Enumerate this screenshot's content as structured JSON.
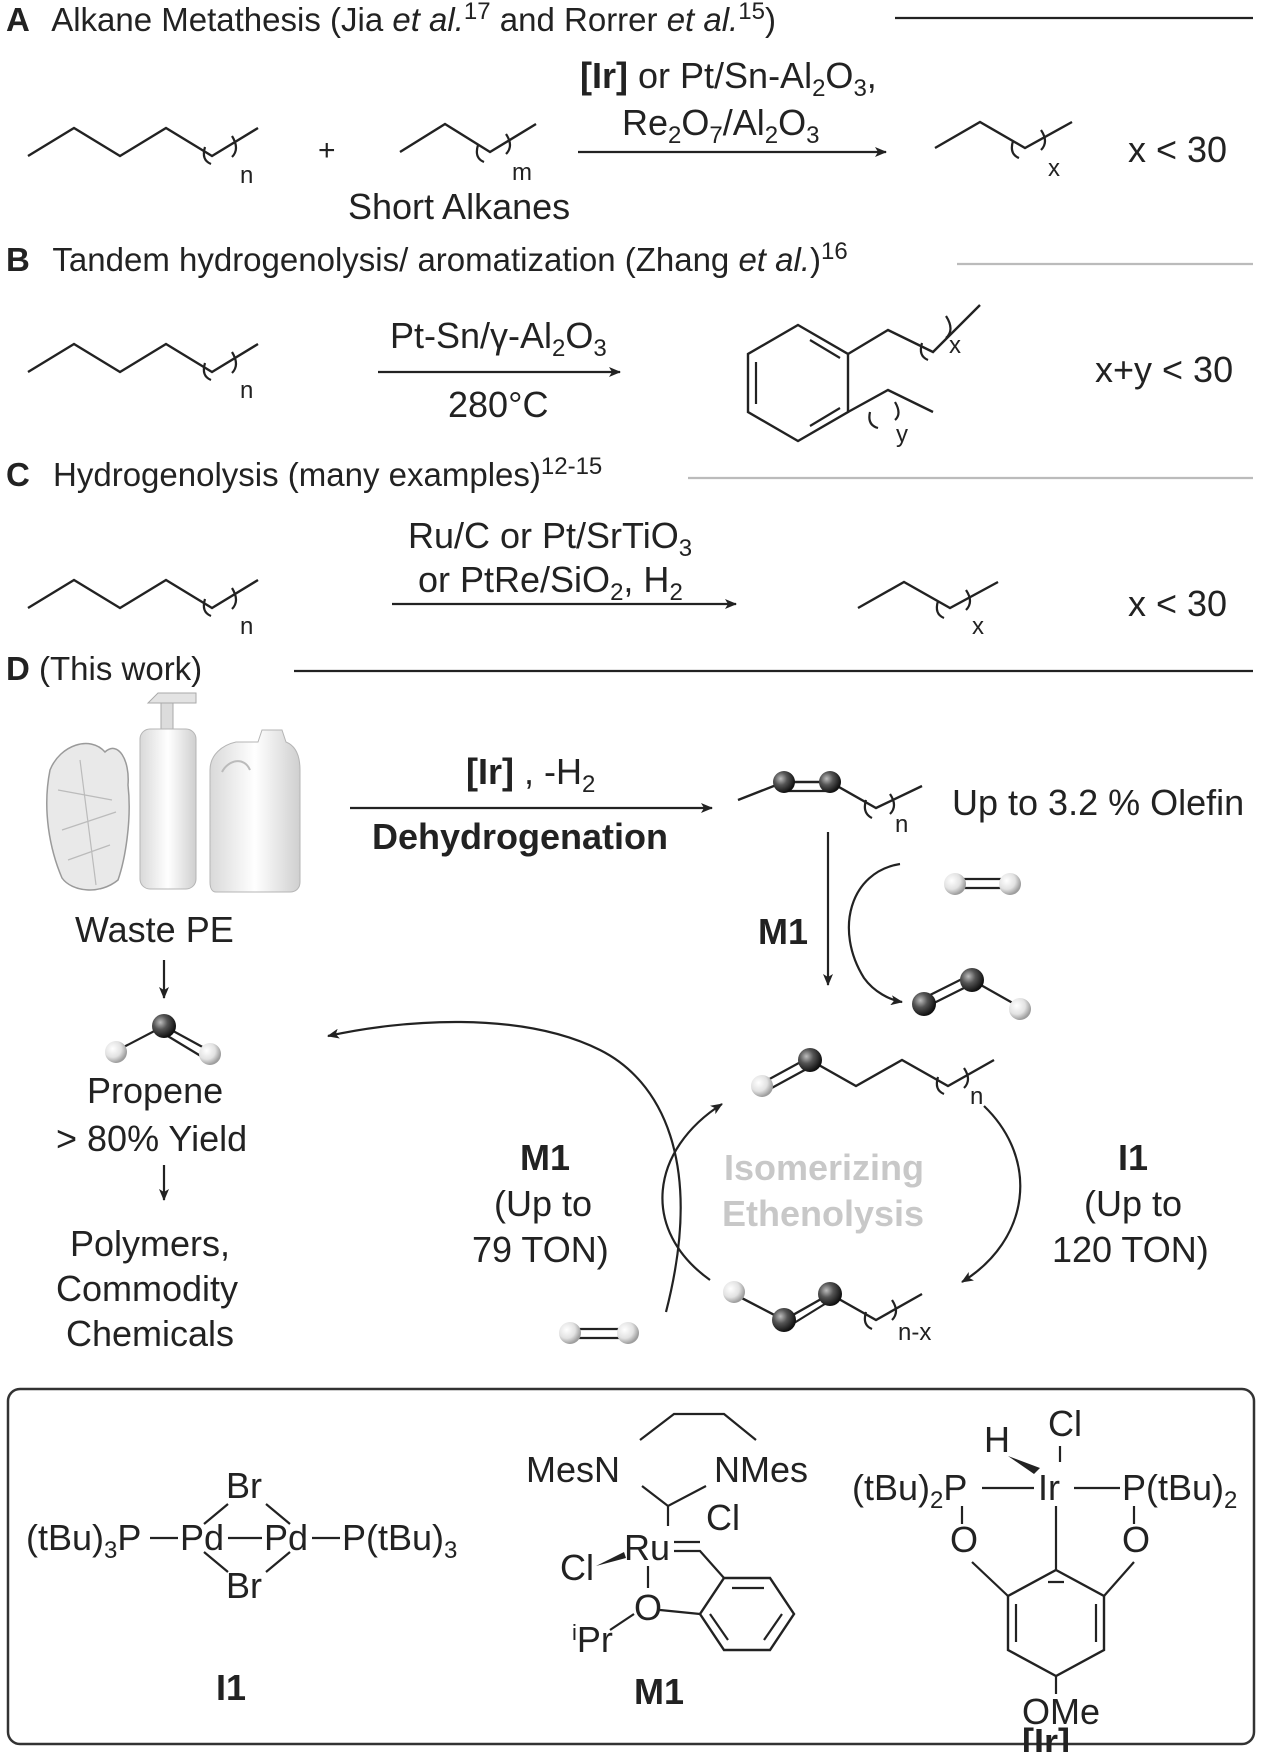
{
  "sections": {
    "a": {
      "letter": "A",
      "title_prefix": "Alkane Metathesis (Jia ",
      "title_etal1": "et al.",
      "title_ref1": "17",
      "title_mid": " and Rorrer ",
      "title_etal2": "et al.",
      "title_ref2": "15",
      "title_suffix": ")",
      "catalyst_line1_bold": "[Ir]",
      "catalyst_line1_rest": " or Pt/Sn-Al",
      "catalyst_line1_sub1": "2",
      "catalyst_line1_o": "O",
      "catalyst_line1_sub2": "3",
      "catalyst_line1_end": ",",
      "catalyst_line2_re": "Re",
      "catalyst_line2_sub1": "2",
      "catalyst_line2_o": "O",
      "catalyst_line2_sub2": "7",
      "catalyst_line2_al": "/Al",
      "catalyst_line2_sub3": "2",
      "catalyst_line2_o2": "O",
      "catalyst_line2_sub4": "3",
      "plus": "+",
      "reactant_sub": "n",
      "short_sub": "m",
      "short_label": "Short Alkanes",
      "product_sub": "x",
      "result": "x < 30"
    },
    "b": {
      "letter": "B",
      "title_prefix": "Tandem hydrogenolysis/ aromatization (Zhang ",
      "title_etal": "et al.",
      "title_suffix": ")",
      "title_ref": "16",
      "catalyst_a": "Pt-Sn/γ-Al",
      "catalyst_sub1": "2",
      "catalyst_o": "O",
      "catalyst_sub2": "3",
      "temperature": "280°C",
      "reactant_sub": "n",
      "product_sub_x": "x",
      "product_sub_y": "y",
      "result": "x+y < 30"
    },
    "c": {
      "letter": "C",
      "title": "Hydrogenolysis (many examples)",
      "title_ref": "12-15",
      "catalyst_line1_a": "Ru/C or Pt/SrTiO",
      "catalyst_line1_sub": "3",
      "catalyst_line2_a": "or PtRe/SiO",
      "catalyst_line2_sub1": "2",
      "catalyst_line2_b": ", H",
      "catalyst_line2_sub2": "2",
      "reactant_sub": "n",
      "product_sub": "x",
      "result": "x < 30"
    },
    "d": {
      "letter": "D",
      "title": " (This work)",
      "waste_label": "Waste PE",
      "dehydro_bold": "[Ir]",
      "dehydro_rest": " , -H",
      "dehydro_sub": "2",
      "dehydro_label": "Dehydrogenation",
      "olefin_sub": "n",
      "olefin_text": "Up to 3.2  % Olefin",
      "m1_label": "M1",
      "alpha_sub": "n",
      "propene_label": "Propene",
      "yield_label": "> 80% Yield",
      "polymers_1": "Polymers,",
      "polymers_2": "Commodity",
      "polymers_3": "Chemicals",
      "cycle_m1": "M1",
      "cycle_m1_ton1": "(Up to",
      "cycle_m1_ton2": "79 TON)",
      "cycle_center1": "Isomerizing",
      "cycle_center2": "Ethenolysis",
      "cycle_i1": "I1",
      "cycle_i1_ton1": "(Up to",
      "cycle_i1_ton2": "120 TON)",
      "internal_sub": "n-x"
    },
    "catalysts": {
      "i1": {
        "br_top": "Br",
        "br_bottom": "Br",
        "left_a": "(tBu)",
        "left_sub": "3",
        "left_b": "P",
        "pd1": "Pd",
        "pd2": "Pd",
        "right_a": "P(tBu)",
        "right_sub": "3",
        "name": "I1"
      },
      "m1": {
        "mesn_left": "MesN",
        "mesn_right": "NMes",
        "ru": "Ru",
        "cl_right": "Cl",
        "cl_left": "Cl",
        "o": "O",
        "ipr_sup": "i",
        "ipr": "Pr",
        "name": "M1"
      },
      "ir": {
        "h": "H",
        "cl": "Cl",
        "ir": "Ir",
        "left_a": "(tBu)",
        "left_sub": "2",
        "left_b": "P",
        "right_a": "P(tBu)",
        "right_sub": "2",
        "o_left": "O",
        "o_right": "O",
        "ome": "OMe",
        "name": "[Ir]"
      }
    }
  },
  "colors": {
    "ink": "#222222",
    "rule_light": "#bbbbbb",
    "center_text": "#c8c8c8",
    "ball_dark": "#3a3a3a",
    "ball_light": "#e4e4e4"
  }
}
